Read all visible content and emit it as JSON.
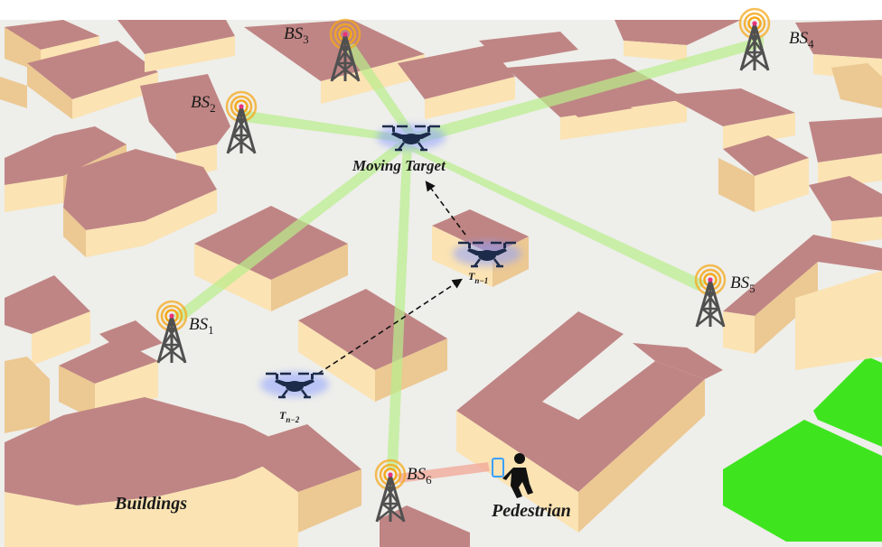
{
  "base_stations": [
    {
      "id": "bs1",
      "name": "BS",
      "sub": "1"
    },
    {
      "id": "bs2",
      "name": "BS",
      "sub": "2"
    },
    {
      "id": "bs3",
      "name": "BS",
      "sub": "3"
    },
    {
      "id": "bs4",
      "name": "BS",
      "sub": "4"
    },
    {
      "id": "bs5",
      "name": "BS",
      "sub": "5"
    },
    {
      "id": "bs6",
      "name": "BS",
      "sub": "6"
    }
  ],
  "drones": {
    "moving_target": "Moving Target",
    "t_prev1": {
      "name": "T",
      "sub": "n−1"
    },
    "t_prev2": {
      "name": "T",
      "sub": "n−2"
    }
  },
  "labels": {
    "buildings": "Buildings",
    "pedestrian": "Pedestrian"
  },
  "colors": {
    "ground": "#eeeeea",
    "roof": "#bf8584",
    "wall_light": "#fbe3b3",
    "wall_dark": "#ecc892",
    "grass": "#3ee51f",
    "beam": "#b9ee8c",
    "drone": "#1d2b4a",
    "drone_glow": "#8ea0ff",
    "tower": "#505050",
    "signal": "#f4a81c"
  }
}
